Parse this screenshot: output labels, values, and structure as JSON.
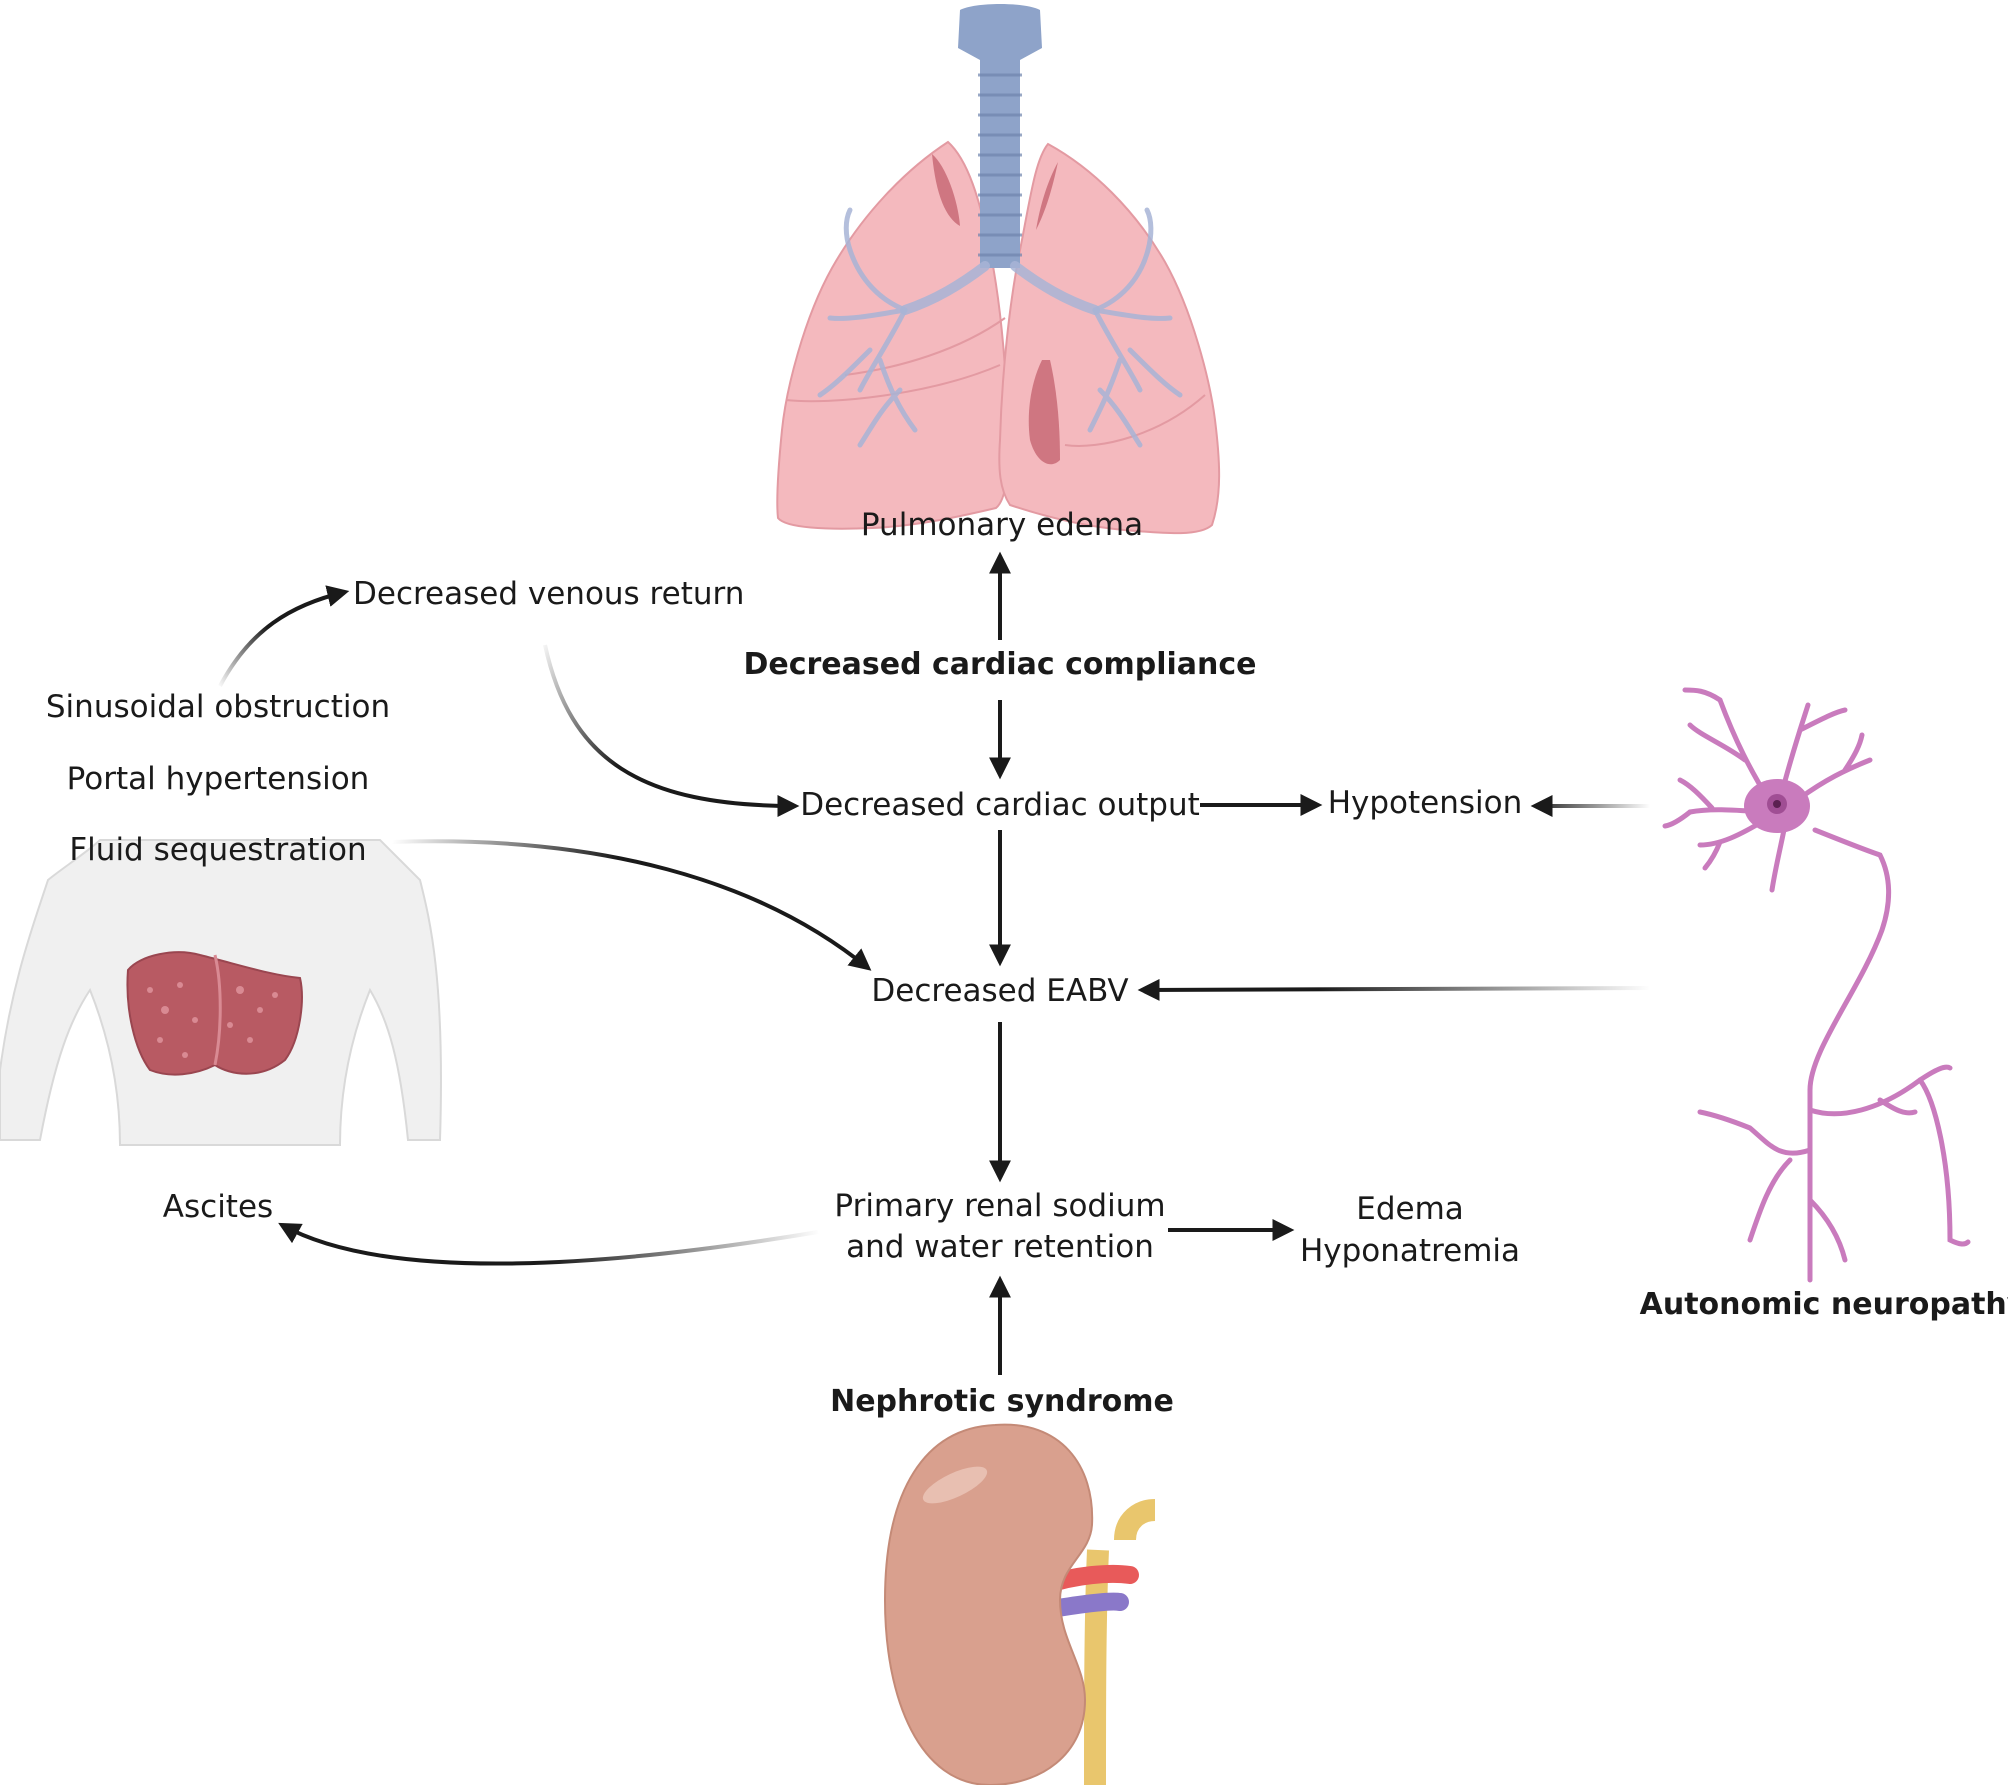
{
  "nodes": {
    "pulmonary_edema": "Pulmonary edema",
    "decreased_cardiac_compliance": "Decreased cardiac compliance",
    "decreased_venous_return": "Decreased venous return",
    "sinusoidal_obstruction": "Sinusoidal obstruction",
    "portal_hypertension": "Portal hypertension",
    "fluid_sequestration": "Fluid sequestration",
    "decreased_cardiac_output": "Decreased cardiac output",
    "hypotension": "Hypotension",
    "decreased_eabv": "Decreased EABV",
    "primary_renal_line1": "Primary renal sodium",
    "primary_renal_line2": "and water retention",
    "edema": "Edema",
    "hyponatremia": "Hyponatremia",
    "ascites": "Ascites",
    "nephrotic_syndrome": "Nephrotic syndrome",
    "autonomic_neuropathy": "Autonomic neuropathy"
  },
  "illustrations": [
    "lungs",
    "torso-with-liver",
    "neuron",
    "kidney"
  ],
  "colors": {
    "lung": "#f4b9be",
    "lung_dark": "#cf7681",
    "trachea": "#8ea3c9",
    "liver": "#b85a63",
    "torso": "#f0f0f0",
    "neuron": "#c97bbd",
    "kidney": "#d9a08e",
    "artery": "#e85a5a",
    "vein": "#8a78c9",
    "ureter": "#e9c66d",
    "arrow": "#1a1a1a"
  }
}
